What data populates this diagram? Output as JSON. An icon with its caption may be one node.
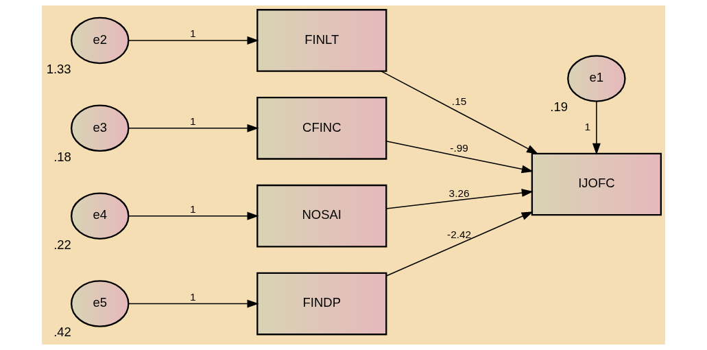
{
  "diagram": {
    "nodes": [
      {
        "text": [
          "e2"
        ],
        "beside": [
          "1.33"
        ]
      },
      {
        "text": [
          "FINLT"
        ]
      },
      {
        "text": [
          "e3"
        ],
        "beside": [
          ".18"
        ]
      },
      {
        "text": [
          "CFINC"
        ]
      },
      {
        "text": [
          "e4"
        ],
        "beside": [
          ".22"
        ]
      },
      {
        "text": [
          "NOSAI"
        ]
      },
      {
        "text": [
          "e5"
        ],
        "beside": [
          ".42"
        ]
      },
      {
        "text": [
          "FINDP"
        ]
      },
      {
        "text": [
          "e1"
        ],
        "beside": [
          ".19"
        ]
      },
      {
        "text": [
          "IJOFC"
        ]
      }
    ],
    "edges": [
      {
        "from": 0,
        "to": 1,
        "arrow": "to",
        "label": "1"
      },
      {
        "from": 2,
        "to": 3,
        "arrow": "to",
        "label": "1"
      },
      {
        "from": 4,
        "to": 5,
        "arrow": "to",
        "label": "1"
      },
      {
        "from": 6,
        "to": 7,
        "arrow": "to",
        "label": "1"
      },
      {
        "from": 1,
        "to": 9,
        "arrow": "to",
        "label": ".15"
      },
      {
        "from": 3,
        "to": 9,
        "arrow": "to",
        "label": "-.99"
      },
      {
        "from": 5,
        "to": 9,
        "arrow": "to",
        "label": "3.26"
      },
      {
        "from": 7,
        "to": 9,
        "arrow": "to",
        "label": "-2.42"
      },
      {
        "from": 8,
        "to": 9,
        "arrow": "to",
        "label": "1"
      }
    ]
  }
}
